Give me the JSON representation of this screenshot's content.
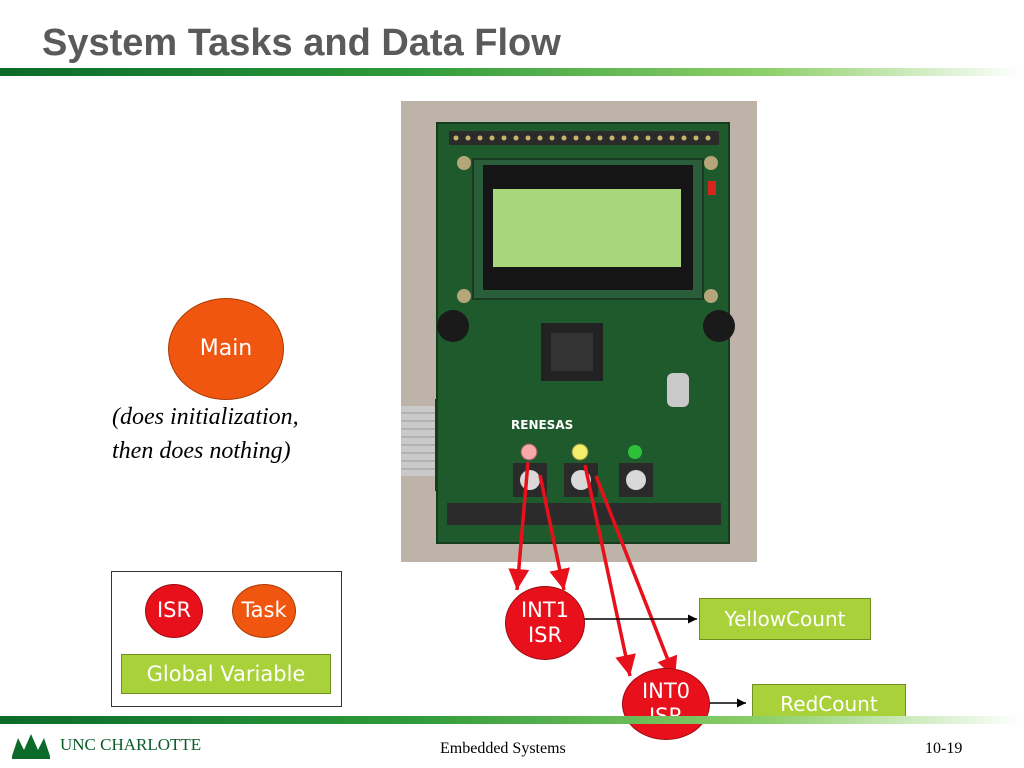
{
  "slide": {
    "title": "System Tasks and Data Flow",
    "footer_center": "Embedded Systems",
    "page_number": "10-19",
    "logo_text": "UNC CHARLOTTE"
  },
  "nodes": {
    "main": "Main",
    "main_note_line1": "(does initialization,",
    "main_note_line2": "then does nothing)",
    "int1_line1": "INT1",
    "int1_line2": "ISR",
    "int0_line1": "INT0",
    "int0_line2": "ISR",
    "yellow_count": "YellowCount",
    "red_count": "RedCount"
  },
  "legend": {
    "isr": "ISR",
    "task": "Task",
    "global_variable": "Global Variable"
  },
  "colors": {
    "task_orange": "#f0560f",
    "isr_red": "#e8101b",
    "variable_green": "#a9d13a",
    "title_gray": "#5a5a5a",
    "arrow_red": "#e8101b",
    "led_pink": "#f7a8a8",
    "led_yellow": "#f4ef6a"
  }
}
